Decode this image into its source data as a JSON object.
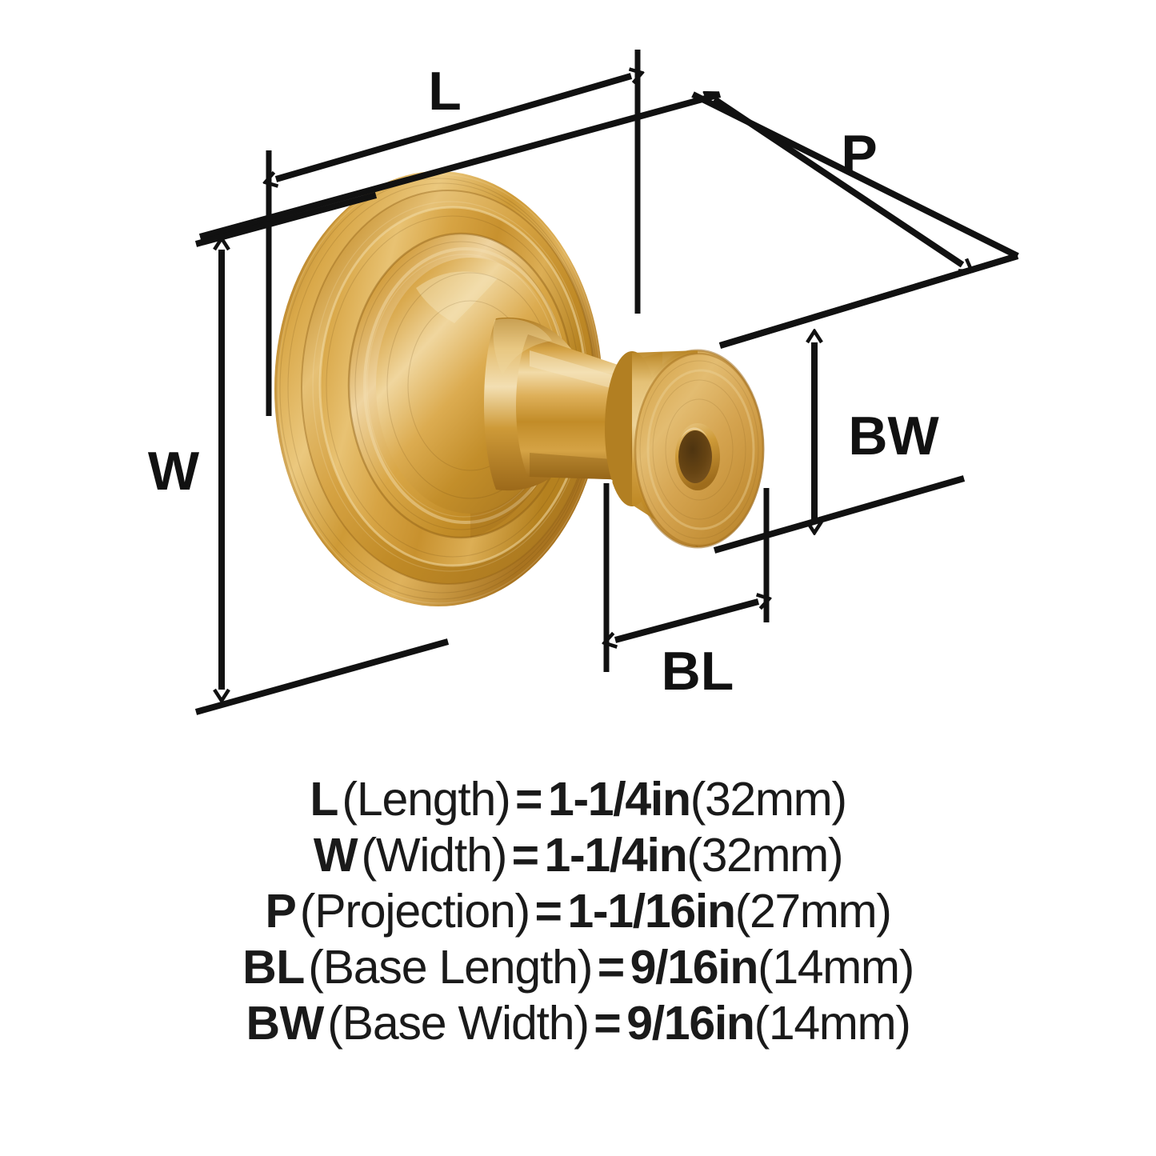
{
  "product": {
    "type": "cabinet-knob",
    "finish_color": "#C8912E",
    "finish_highlight": "#EFD79A",
    "finish_shadow": "#9A6B1C",
    "bore_color": "#6B4A18"
  },
  "diagram": {
    "labels": {
      "length": "L",
      "width": "W",
      "projection": "P",
      "base_length": "BL",
      "base_width": "BW"
    }
  },
  "specs": [
    {
      "code": "L",
      "name": "(Length)",
      "eq": "=",
      "value": "1-1/4in",
      "metric": "(32mm)"
    },
    {
      "code": "W",
      "name": "(Width)",
      "eq": "=",
      "value": "1-1/4in",
      "metric": "(32mm)"
    },
    {
      "code": "P",
      "name": "(Projection)",
      "eq": "=",
      "value": "1-1/16in",
      "metric": "(27mm)"
    },
    {
      "code": "BL",
      "name": "(Base Length)",
      "eq": "=",
      "value": "9/16in",
      "metric": "(14mm)"
    },
    {
      "code": "BW",
      "name": "(Base Width)",
      "eq": "=",
      "value": "9/16in",
      "metric": "(14mm)"
    }
  ]
}
